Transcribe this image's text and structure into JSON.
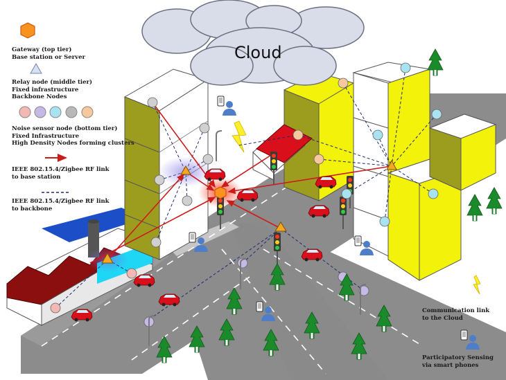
{
  "cloud": {
    "label": "Cloud"
  },
  "legend": {
    "gateway": [
      "Gateway (top tier)",
      "Base station or Server"
    ],
    "relay": [
      "Relay node (middle tier)",
      "Fixed infrastructure",
      "Backbone Nodes"
    ],
    "sensor": [
      "Noise sensor node (bottom tier)",
      "Fixed Infrastructure",
      "High Density Nodes forming clusters"
    ],
    "rf_base": [
      "IEEE 802.15.4/Zigbee RF link",
      "to base station"
    ],
    "rf_backbone": [
      "IEEE 802.15.4/Zigbee RF link",
      "to backbone"
    ],
    "communication": [
      "Communication link",
      " to  the Cloud"
    ],
    "participatory": [
      "Participatory Sensing",
      "via smart phones"
    ],
    "sensor_colors": [
      "#f4b8b4",
      "#c7b9e6",
      "#a9e3f2",
      "#b8b8b8",
      "#f7c79e"
    ]
  },
  "colors": {
    "building": "#f2f20a",
    "building_side": "#9c9c1e",
    "rf_link": "#cc1b1b",
    "road": "#8c8c8c",
    "car": "#d9101b",
    "tree": "#1b8a2b"
  }
}
